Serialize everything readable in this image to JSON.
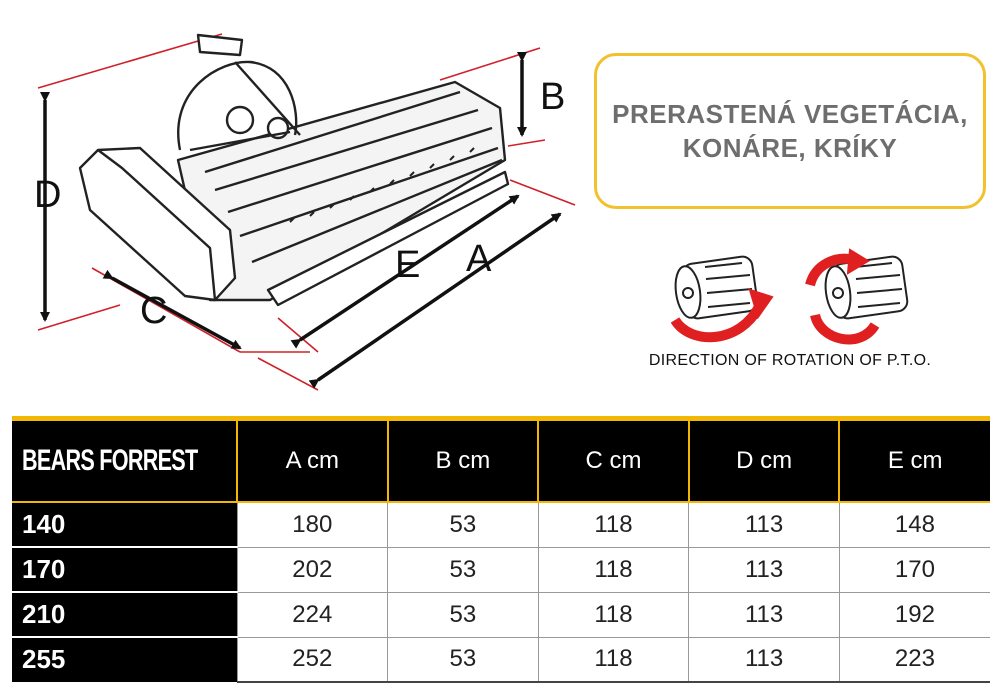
{
  "diagram": {
    "dimension_labels": [
      "A",
      "B",
      "C",
      "D",
      "E"
    ],
    "line_color": "#d0202a"
  },
  "info_box": {
    "line1": "PRERASTENÁ VEGETÁCIA,",
    "line2": "KONÁRE, KRÍKY",
    "border_color": "#f2c12e"
  },
  "rotation": {
    "caption": "DIRECTION OF ROTATION OF P.T.O.",
    "arrow_color": "#e02020",
    "icons": [
      "pto-clockwise-icon",
      "pto-counterclockwise-icon"
    ]
  },
  "table": {
    "headers": [
      "BEARS FORREST",
      "A cm",
      "B cm",
      "C cm",
      "D cm",
      "E cm"
    ],
    "rows": [
      [
        "140",
        "180",
        "53",
        "118",
        "113",
        "148"
      ],
      [
        "170",
        "202",
        "53",
        "118",
        "113",
        "170"
      ],
      [
        "210",
        "224",
        "53",
        "118",
        "113",
        "192"
      ],
      [
        "255",
        "252",
        "53",
        "118",
        "113",
        "223"
      ]
    ],
    "accent_color": "#f2b705"
  }
}
